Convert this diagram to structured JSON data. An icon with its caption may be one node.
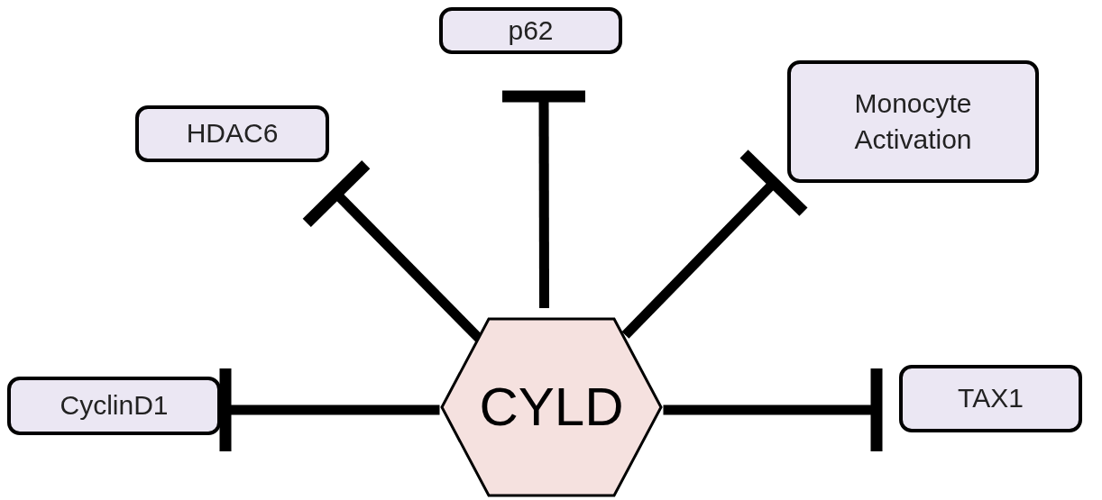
{
  "diagram": {
    "nodes": [
      {
        "text": [
          "CYLD"
        ]
      },
      {
        "text": [
          "HDAC6"
        ]
      },
      {
        "text": [
          "p62"
        ]
      },
      {
        "text": [
          "Monocyte Activation"
        ]
      },
      {
        "text": [
          "CyclinD1"
        ]
      },
      {
        "text": [
          "TAX1"
        ]
      }
    ],
    "edges": [
      {
        "from": 0,
        "to": 1,
        "arrow": "other"
      },
      {
        "from": 0,
        "to": 2,
        "arrow": "other"
      },
      {
        "from": 0,
        "to": 3,
        "arrow": "other"
      },
      {
        "from": 0,
        "to": 4,
        "arrow": "other"
      },
      {
        "from": 0,
        "to": 5,
        "arrow": "other"
      }
    ]
  }
}
